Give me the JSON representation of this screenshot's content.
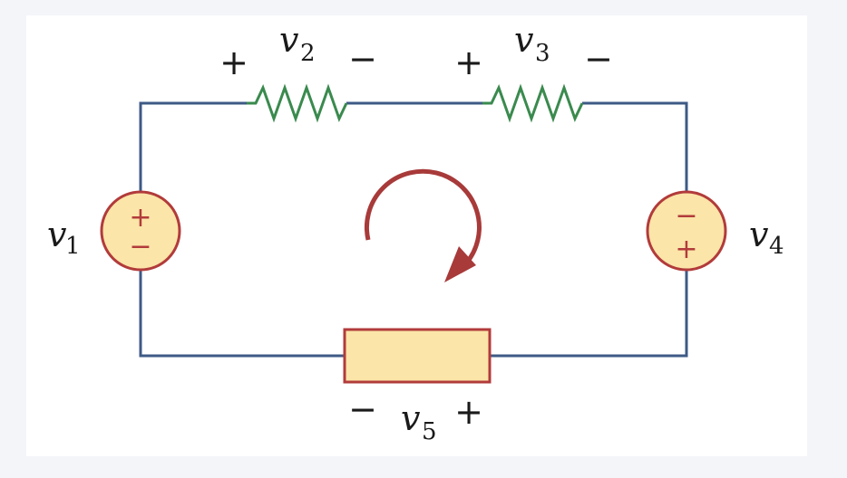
{
  "labels": {
    "v1": {
      "base": "v",
      "sub": "1"
    },
    "v2": {
      "base": "v",
      "sub": "2",
      "plus": "+",
      "minus": "−"
    },
    "v3": {
      "base": "v",
      "sub": "3",
      "plus": "+",
      "minus": "−"
    },
    "v4": {
      "base": "v",
      "sub": "4"
    },
    "v5": {
      "base": "v",
      "sub": "5",
      "plus": "+",
      "minus": "−"
    }
  },
  "source1": {
    "top": "+",
    "bottom": "−"
  },
  "source4": {
    "top": "−",
    "bottom": "+"
  },
  "colors": {
    "wire": "#3e5a86",
    "resistor": "#3a8a4e",
    "element_fill": "#fbe5a8",
    "element_stroke": "#b23b3b",
    "loop_arrow": "#a83a3a"
  }
}
